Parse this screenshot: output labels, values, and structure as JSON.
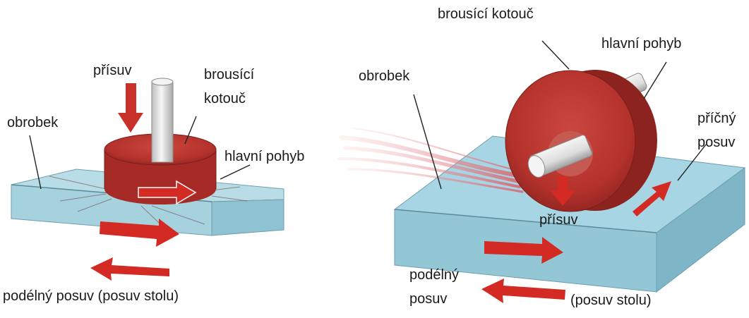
{
  "left": {
    "infeed": "přísuv",
    "wheel_line1": "brousící",
    "wheel_line2": "kotouč",
    "workpiece": "obrobek",
    "main_motion": "hlavní pohyb",
    "longitudinal_feed": "podélný posuv (posuv stolu)"
  },
  "right": {
    "wheel": "brousící kotouč",
    "main_motion": "hlavní pohyb",
    "workpiece": "obrobek",
    "cross_feed_line1": "příčný",
    "cross_feed_line2": "posuv",
    "infeed": "přísuv",
    "longitudinal_line1": "podélný",
    "longitudinal_line2": "posuv",
    "table_feed": "(posuv stolu)"
  },
  "colors": {
    "workpiece_top": "#b9dde6",
    "workpiece_side": "#8fc3d2",
    "wheel": "#b5322c",
    "wheel_dark": "#8c231f",
    "arrow": "#d32a24",
    "spindle": "#e8e8e8"
  }
}
